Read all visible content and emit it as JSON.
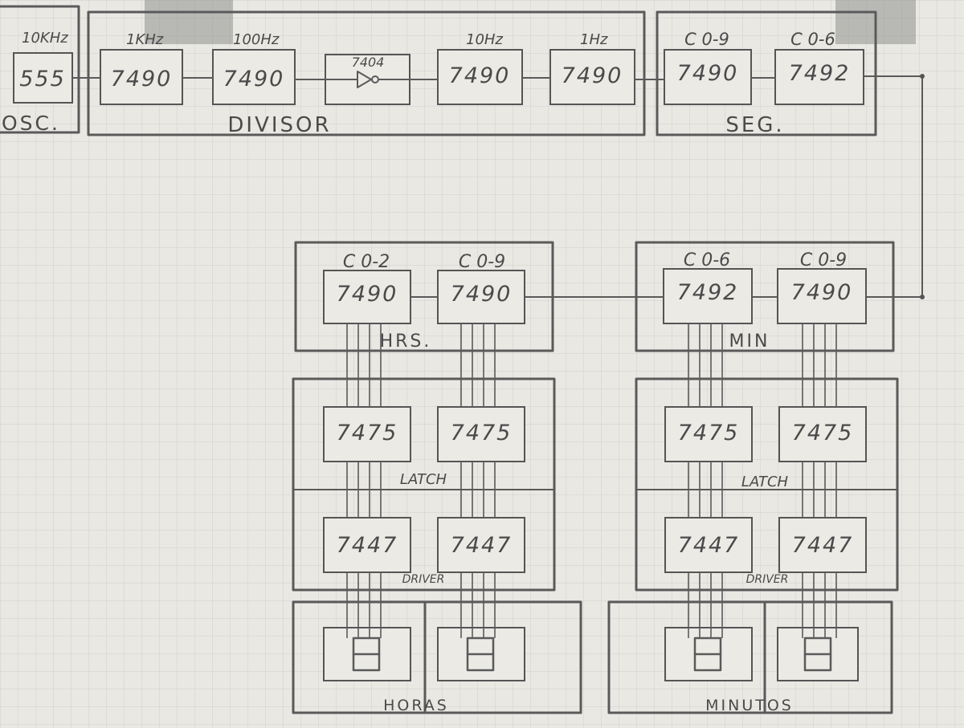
{
  "oscillator": {
    "chip": "555",
    "freq": "10KHz",
    "label": "OSC."
  },
  "divisor": {
    "label": "DIVISOR",
    "stages": [
      {
        "chip": "7490",
        "freq": "1KHz"
      },
      {
        "chip": "7490",
        "freq": "100Hz"
      },
      {
        "chip": "7404",
        "freq": ""
      },
      {
        "chip": "7490",
        "freq": "10Hz"
      },
      {
        "chip": "7490",
        "freq": "1Hz"
      }
    ]
  },
  "seconds": {
    "label": "SEG.",
    "counters": [
      {
        "chip": "7490",
        "range": "C 0-9"
      },
      {
        "chip": "7492",
        "range": "C 0-6"
      }
    ]
  },
  "hours": {
    "label": "HRS.",
    "counters": [
      {
        "chip": "7490",
        "range": "C 0-2"
      },
      {
        "chip": "7490",
        "range": "C 0-9"
      }
    ],
    "latches": [
      "7475",
      "7475"
    ],
    "drivers": [
      "7447",
      "7447"
    ],
    "latch_label": "LATCH",
    "driver_label": "DRIVER",
    "display_label": "HORAS"
  },
  "minutes": {
    "label": "MIN",
    "counters": [
      {
        "chip": "7492",
        "range": "C 0-6"
      },
      {
        "chip": "7490",
        "range": "C 0-9"
      }
    ],
    "latches": [
      "7475",
      "7475"
    ],
    "drivers": [
      "7447",
      "7447"
    ],
    "latch_label": "LATCH",
    "driver_label": "DRIVER",
    "display_label": "MINUTOS"
  }
}
